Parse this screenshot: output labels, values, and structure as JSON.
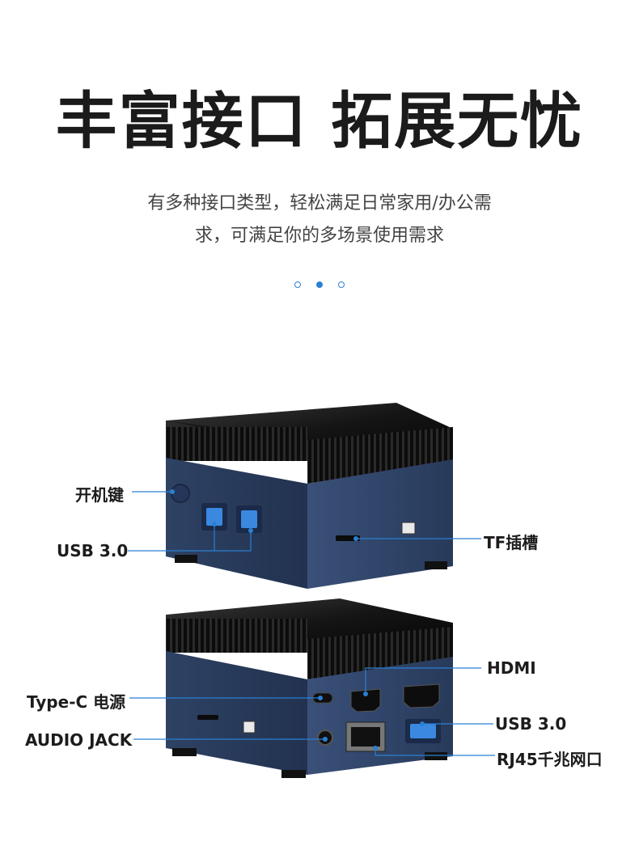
{
  "header": {
    "title": "丰富接口 拓展无忧",
    "subtitle_line1": "有多种接口类型，轻松满足日常家用/办公需",
    "subtitle_line2": "求，可满足你的多场景使用需求"
  },
  "pagination": {
    "count": 3,
    "active_index": 1
  },
  "colors": {
    "accent": "#2a7fd4",
    "case": "#34496e",
    "top": "#111111"
  },
  "front_labels": {
    "power": "开机键",
    "usb": "USB 3.0",
    "tf": "TF插槽"
  },
  "rear_labels": {
    "hdmi": "HDMI",
    "typec": "Type-C 电源",
    "usb": "USB 3.0",
    "audio": "AUDIO JACK",
    "rj45": "RJ45千兆网口"
  }
}
